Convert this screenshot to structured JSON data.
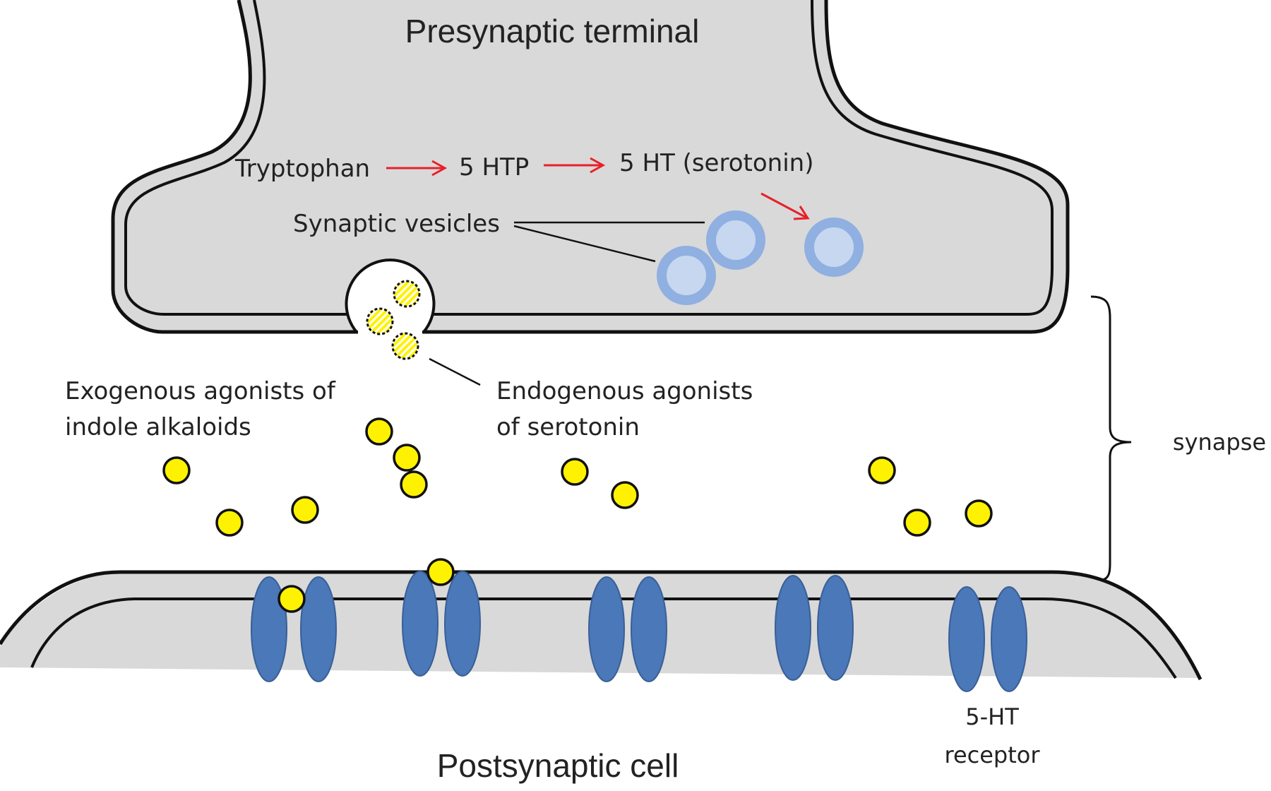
{
  "labels": {
    "presynaptic_terminal": "Presynaptic terminal",
    "tryptophan": "Tryptophan",
    "htp": "5 HTP",
    "ht_serotonin": "5 HT (serotonin)",
    "synaptic_vesicles": "Synaptic vesicles",
    "exogenous_line1": "Exogenous agonists of",
    "exogenous_line2": "indole alkaloids",
    "endogenous_line1": "Endogenous agonists",
    "endogenous_line2": "of serotonin",
    "synapse": "synapse",
    "receptor_line1": "5-HT",
    "receptor_line2": "receptor",
    "postsynaptic_cell": "Postsynaptic cell"
  },
  "colors": {
    "membrane_fill": "#d9d9d9",
    "membrane_stroke": "#111111",
    "arrow_red": "#e8202a",
    "vesicle_outer": "#8fb0e0",
    "vesicle_inner": "#c7d7f0",
    "agonist_yellow": "#fff200",
    "receptor_blue": "#4a78b8",
    "receptor_stroke": "#3a5f96"
  },
  "icons": {
    "synaptic_vesicle": "vesicle-ring-icon",
    "agonist": "yellow-molecule-icon",
    "receptor": "receptor-pair-icon"
  }
}
